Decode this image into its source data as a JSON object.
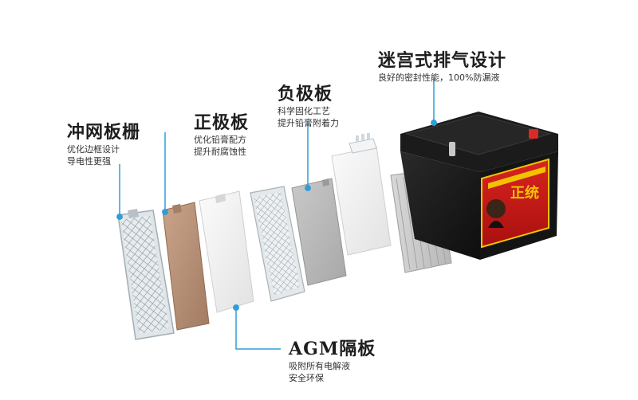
{
  "callouts": {
    "punched_grid": {
      "title": "冲网板栅",
      "desc": [
        "优化边框设计",
        "导电性更强"
      ]
    },
    "positive_plate": {
      "title": "正极板",
      "desc": [
        "优化铅膏配方",
        "提升耐腐蚀性"
      ]
    },
    "negative_plate": {
      "title": "负极板",
      "desc": [
        "科学固化工艺",
        "提升铅膏附着力"
      ]
    },
    "vent_design": {
      "title": "迷宫式排气设计",
      "desc": [
        "良好的密封性能，100%防漏液"
      ]
    },
    "agm_separator": {
      "title": "AGM隔板",
      "desc": [
        "吸附所有电解液",
        "安全环保"
      ]
    }
  },
  "battery": {
    "brand": "正统"
  },
  "colors": {
    "callout_line": "#2f9ed8",
    "battery_body": "#1c1c1c",
    "label_red": "#c8161d",
    "label_yellow": "#f2c200",
    "positive_plate": "#b48c72"
  }
}
